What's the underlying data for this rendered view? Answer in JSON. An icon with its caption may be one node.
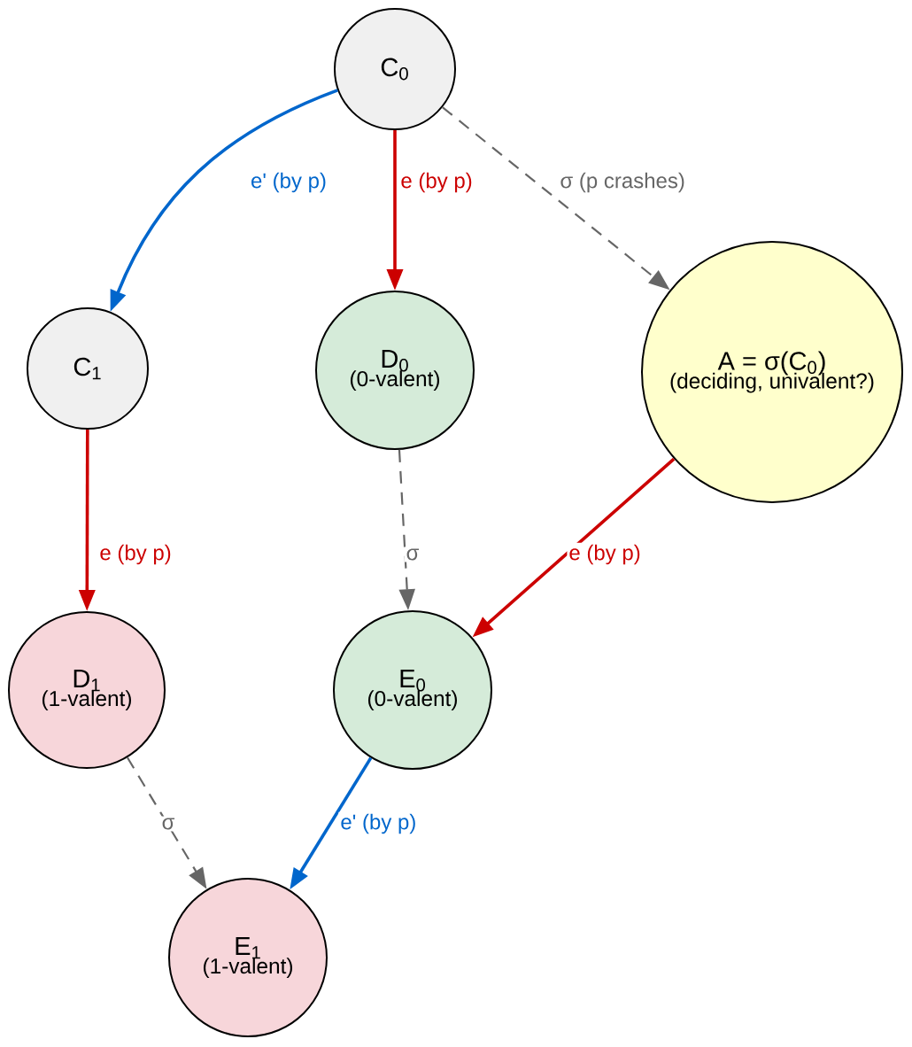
{
  "diagram": {
    "nodes": [
      {
        "text": [
          "C$_{0}$"
        ]
      },
      {
        "text": [
          "C$_{1}$"
        ]
      },
      {
        "text": [
          "D$_{0}$",
          "(0-valent)"
        ]
      },
      {
        "text": [
          "A = σ(C$_{0}$)",
          "(deciding, univalent?)"
        ]
      },
      {
        "text": [
          "D$_{1}$",
          "(1-valent)"
        ]
      },
      {
        "text": [
          "E$_{0}$",
          "(0-valent)"
        ]
      },
      {
        "text": [
          "E$_{1}$",
          "(1-valent)"
        ]
      }
    ],
    "edges": [
      {
        "from": 0,
        "to": 1,
        "arrow": "to",
        "label": "e' (by p)",
        "color": "#0066cc"
      },
      {
        "from": 0,
        "to": 2,
        "arrow": "to",
        "label": "e (by p)",
        "color": "#cc0000"
      },
      {
        "from": 0,
        "to": 3,
        "arrow": "to",
        "label": "σ (p crashes)",
        "style": "dashed",
        "color": "#666666"
      },
      {
        "from": 1,
        "to": 4,
        "arrow": "to",
        "label": "e (by p)",
        "color": "#cc0000"
      },
      {
        "from": 2,
        "to": 5,
        "arrow": "to",
        "label": "σ",
        "style": "dashed",
        "color": "#666666"
      },
      {
        "from": 3,
        "to": 5,
        "arrow": "to",
        "label": "e (by p)",
        "color": "#cc0000"
      },
      {
        "from": 4,
        "to": 6,
        "arrow": "to",
        "label": "σ",
        "style": "dashed",
        "color": "#666666"
      },
      {
        "from": 5,
        "to": 6,
        "arrow": "to",
        "label": "e' (by p)",
        "color": "#0066cc"
      }
    ]
  }
}
